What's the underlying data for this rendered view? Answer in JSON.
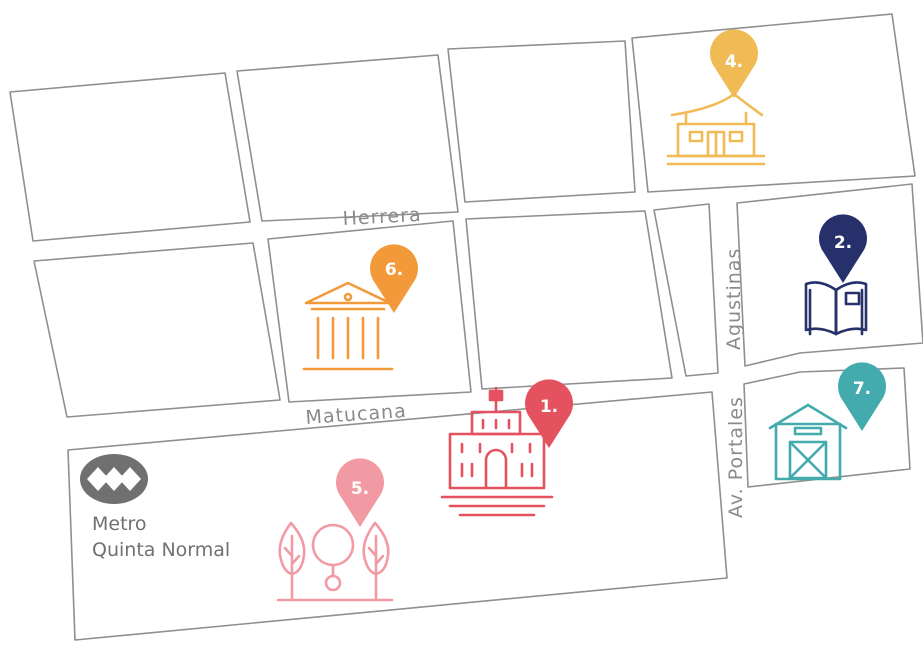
{
  "streets": {
    "herrera": "Herrera",
    "matucana": "Matucana",
    "agustinas": "Agustinas",
    "portales": "Av. Portales"
  },
  "metro": {
    "line1": "Metro",
    "line2": "Quinta Normal",
    "icon": "metro-logo-icon",
    "color": "#707070"
  },
  "places": [
    {
      "num": "1.",
      "icon": "school-building-icon",
      "color": "#e5525f"
    },
    {
      "num": "2.",
      "icon": "open-book-icon",
      "color": "#26306b"
    },
    {
      "num": "4.",
      "icon": "temple-house-icon",
      "color": "#f0bb55"
    },
    {
      "num": "5.",
      "icon": "park-trees-icon",
      "color": "#f29aa3"
    },
    {
      "num": "6.",
      "icon": "museum-columns-icon",
      "color": "#f2993a"
    },
    {
      "num": "7.",
      "icon": "barn-icon",
      "color": "#43aaad"
    }
  ]
}
